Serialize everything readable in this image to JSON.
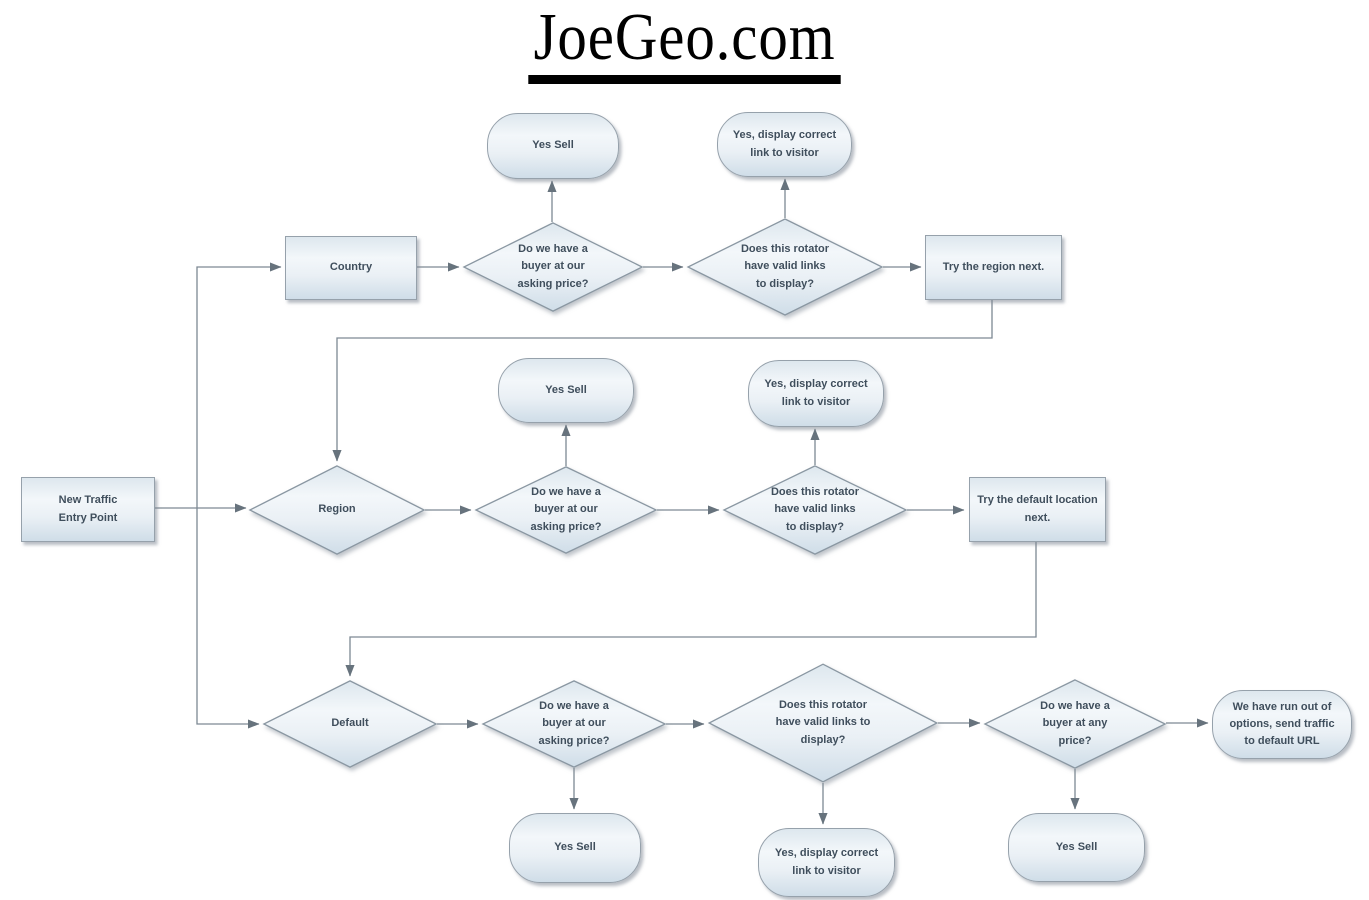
{
  "title": "JoeGeo.com",
  "colors": {
    "shape_border": "#96a1ab",
    "connector_line": "#7d8993",
    "arrowhead": "#67737d",
    "node_text": "#3f4e5c",
    "fill_top": "#dde7ee",
    "fill_light": "#f3f7fa",
    "fill_bottom": "#cfdde8",
    "title_text": "#000000",
    "background": "#ffffff"
  },
  "nodes": {
    "new_traffic": {
      "type": "process",
      "label": "New Traffic\nEntry Point"
    },
    "country": {
      "type": "process",
      "label": "Country"
    },
    "region": {
      "type": "decision",
      "label": "Region"
    },
    "default_loc": {
      "type": "decision",
      "label": "Default"
    },
    "buyer_asking_1": {
      "type": "decision",
      "label": "Do we have a\nbuyer at our\nasking price?"
    },
    "rotator_1": {
      "type": "decision",
      "label": "Does this rotator\nhave valid links\nto display?"
    },
    "yes_sell_1": {
      "type": "terminator",
      "label": "Yes Sell"
    },
    "yes_display_1": {
      "type": "terminator",
      "label": "Yes, display correct\nlink to visitor"
    },
    "try_region": {
      "type": "process",
      "label": "Try the region next."
    },
    "buyer_asking_2": {
      "type": "decision",
      "label": "Do we have a\nbuyer at our\nasking price?"
    },
    "rotator_2": {
      "type": "decision",
      "label": "Does this rotator\nhave valid links\nto display?"
    },
    "yes_sell_2": {
      "type": "terminator",
      "label": "Yes Sell"
    },
    "yes_display_2": {
      "type": "terminator",
      "label": "Yes, display correct\nlink to visitor"
    },
    "try_default": {
      "type": "process",
      "label": "Try the default location\nnext."
    },
    "buyer_asking_3": {
      "type": "decision",
      "label": "Do we have a\nbuyer at our\nasking price?"
    },
    "rotator_3": {
      "type": "decision",
      "label": "Does this rotator\nhave valid links to\ndisplay?"
    },
    "yes_sell_3": {
      "type": "terminator",
      "label": "Yes Sell"
    },
    "yes_display_3": {
      "type": "terminator",
      "label": "Yes, display correct\nlink to visitor"
    },
    "buyer_any": {
      "type": "decision",
      "label": "Do we have a\nbuyer at any\nprice?"
    },
    "yes_sell_4": {
      "type": "terminator",
      "label": "Yes Sell"
    },
    "run_out": {
      "type": "terminator",
      "label": "We have run out of\noptions, send traffic\nto default URL"
    }
  },
  "edges": [
    {
      "from": "new_traffic",
      "to": "country"
    },
    {
      "from": "new_traffic",
      "to": "region"
    },
    {
      "from": "new_traffic",
      "to": "default_loc"
    },
    {
      "from": "country",
      "to": "buyer_asking_1"
    },
    {
      "from": "buyer_asking_1",
      "to": "yes_sell_1"
    },
    {
      "from": "buyer_asking_1",
      "to": "rotator_1"
    },
    {
      "from": "rotator_1",
      "to": "yes_display_1"
    },
    {
      "from": "rotator_1",
      "to": "try_region"
    },
    {
      "from": "try_region",
      "to": "region"
    },
    {
      "from": "region",
      "to": "buyer_asking_2"
    },
    {
      "from": "buyer_asking_2",
      "to": "yes_sell_2"
    },
    {
      "from": "buyer_asking_2",
      "to": "rotator_2"
    },
    {
      "from": "rotator_2",
      "to": "yes_display_2"
    },
    {
      "from": "rotator_2",
      "to": "try_default"
    },
    {
      "from": "try_default",
      "to": "default_loc"
    },
    {
      "from": "default_loc",
      "to": "buyer_asking_3"
    },
    {
      "from": "buyer_asking_3",
      "to": "yes_sell_3"
    },
    {
      "from": "buyer_asking_3",
      "to": "rotator_3"
    },
    {
      "from": "rotator_3",
      "to": "yes_display_3"
    },
    {
      "from": "rotator_3",
      "to": "buyer_any"
    },
    {
      "from": "buyer_any",
      "to": "yes_sell_4"
    },
    {
      "from": "buyer_any",
      "to": "run_out"
    }
  ]
}
